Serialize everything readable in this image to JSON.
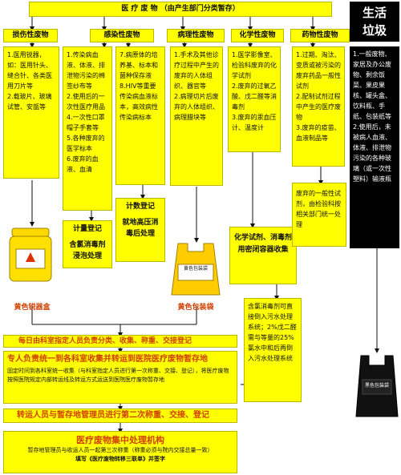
{
  "main_title": "医 疗 废 物 （由产生部门分类暂存）",
  "categories": {
    "damage": {
      "label": "损伤性废物",
      "items": [
        "1.医用锐器，如：医用针头、缝合针、各类医用刀片等",
        "2.载玻片、玻璃试管、安瓿等"
      ],
      "container": "黄色锐器盒"
    },
    "infectious": {
      "label": "感染性废物",
      "items_left": [
        "1.传染病血液、体液、排泄物污染的棉签纱布等",
        "2.使用后的一次性医疗用品",
        "4.一次性口罩帽子手套等",
        "5.各种废弃的医学标本",
        "6.废弃的血液、血清"
      ],
      "items_right": [
        "7.病原体的培养基、标本和菌种保存液",
        "8.HIV等重要传染病血液标本，高效病性传染病标本"
      ],
      "box_left_title": "计量登记",
      "box_left_text": "含氯消毒剂浸泡处理",
      "box_right_title": "计数登记",
      "box_right_text": "就地高压消毒后处理"
    },
    "pathological": {
      "label": "病理性废物",
      "items": [
        "1.手术及其他诊疗过程中产生的废弃的人体组织、器官等",
        "2.病理切片后废弃的人体组织、病理腊块等"
      ]
    },
    "chemical": {
      "label": "化学性废物",
      "items": [
        "1.医学影像室、检验科废弃的化学试剂",
        "2.废弃的过氧乙酸、戊二醛等消毒剂",
        "3.废弃的汞血压计、温度计"
      ],
      "disposal": "化学试剂、消毒剂用密闭容器收集",
      "disinfectant": "含氯消毒剂可直接倒入污水处理系统；2%戊二醛需与等量的25%氯水中和后再倒入污水处理系统"
    },
    "pharmaceutical": {
      "label": "药物性废物",
      "items": [
        "1.过期、淘汰、变质或被污染的废弃药品一般性试剂",
        "2.配制试剂过程中产生的医疗废物",
        "3.废弃的疫苗、血液制品等"
      ],
      "disposal": "废弃的一般性试剂，由检验科按相关部门统一处理"
    }
  },
  "yellow_bag_label": "黄色包装袋",
  "yellow_bag_text": "黄色包装袋",
  "steps": {
    "step1": "每日由科室指定人员负责分类、收集、称重、交接登记",
    "step2_title": "专人负责统一到各科室收集并转运到医院医疗废物暂存地",
    "step2_sub": "固定时间到各科室统一收集（与科室指定人员进行第一次称重、交接、登记），将医疗废物按照医院规定内部转运线及转运方式运送到医院医疗废物暂存地",
    "step3": "转运人员与暂存地管理员进行第二次称重、交接、登记",
    "final_title": "医疗废物集中处理机构",
    "final_sub1": "暂存地管理员与收运人员一起第三次称重（称重必须与院内交接总量一致）",
    "final_sub2": "填写《医疗废物转移三联单》并签字"
  },
  "life_waste": {
    "title_line1": "生活",
    "title_line2": "垃圾",
    "text": "1.一般废物、家居及办公废物、剩余饭菜、果皮果核、罐头盒、饮料瓶、手纸、包装纸等",
    "text2": "2.使用后，未被病人血液、体液、排泄物污染的各种玻璃（或一次性塑料）输液瓶",
    "bag_label": "黑色包装袋"
  },
  "colors": {
    "yellow": "#ffff00",
    "black": "#000000",
    "accent": "#d04000"
  },
  "icons": {
    "arrow": "arrow-icon"
  }
}
